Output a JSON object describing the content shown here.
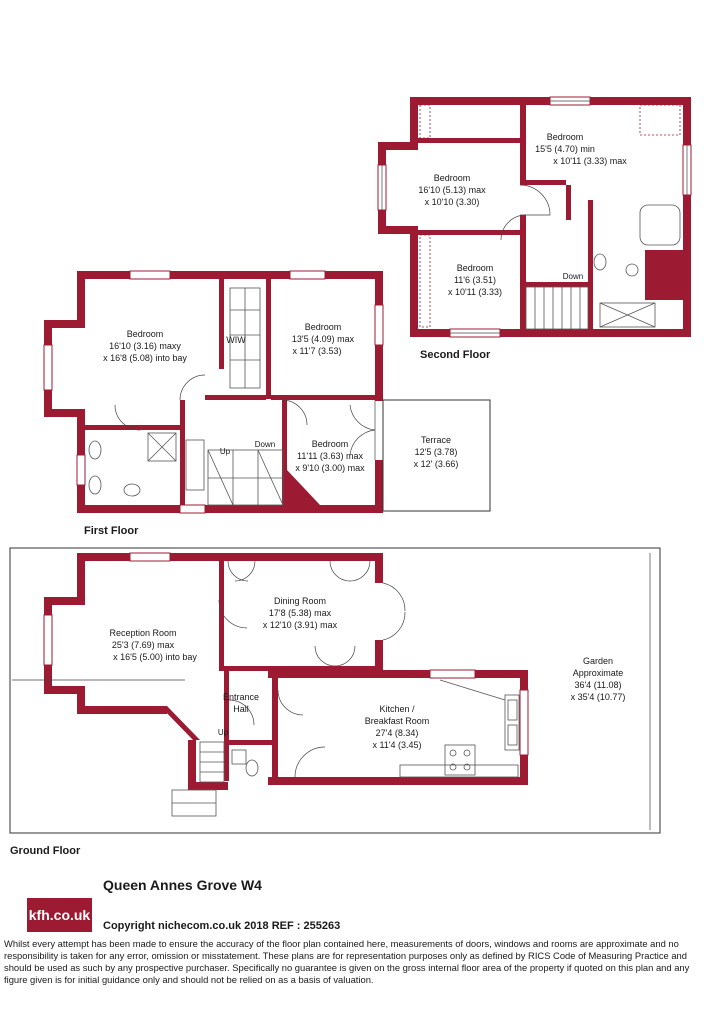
{
  "colors": {
    "wall": "#9c1b33",
    "text": "#1a1a1a",
    "background": "#ffffff",
    "logo_bg": "#9c1b33"
  },
  "floors": {
    "second": {
      "label": "Second Floor",
      "rooms": {
        "bed1": {
          "name": "Bedroom",
          "dim1": "15'5 (4.70) min",
          "dim2": "x 10'11 (3.33) max"
        },
        "bed2": {
          "name": "Bedroom",
          "dim1": "16'10 (5.13) max",
          "dim2": "x 10'10 (3.30)"
        },
        "bed3": {
          "name": "Bedroom",
          "dim1": "11'6 (3.51)",
          "dim2": "x 10'11 (3.33)"
        }
      },
      "stairs_down": "Down"
    },
    "first": {
      "label": "First Floor",
      "rooms": {
        "bed1": {
          "name": "Bedroom",
          "dim1": "16'10 (3.16) maxy",
          "dim2": "x 16'8 (5.08) into bay"
        },
        "wiw": {
          "name": "WIW"
        },
        "bed2": {
          "name": "Bedroom",
          "dim1": "13'5 (4.09) max",
          "dim2": "x 11'7 (3.53)"
        },
        "bed3": {
          "name": "Bedroom",
          "dim1": "11'11 (3.63) max",
          "dim2": "x 9'10 (3.00) max"
        },
        "terrace": {
          "name": "Terrace",
          "dim1": "12'5 (3.78)",
          "dim2": "x 12' (3.66)"
        }
      },
      "stairs_up": "Up",
      "stairs_down": "Down"
    },
    "ground": {
      "label": "Ground Floor",
      "rooms": {
        "reception": {
          "name": "Reception Room",
          "dim1": "25'3 (7.69) max",
          "dim2": "x 16'5 (5.00) into bay"
        },
        "dining": {
          "name": "Dining Room",
          "dim1": "17'8 (5.38) max",
          "dim2": "x 12'10 (3.91) max"
        },
        "hall": {
          "name": "Entrance",
          "name2": "Hall"
        },
        "kitchen": {
          "name": "Kitchen /",
          "name2": "Breakfast Room",
          "dim1": "27'4 (8.34)",
          "dim2": "x 11'4 (3.45)"
        },
        "garden": {
          "name": "Garden",
          "name2": "Approximate",
          "dim1": "36'4 (11.08)",
          "dim2": "x 35'4 (10.77)"
        }
      },
      "stairs_up": "Up"
    }
  },
  "property": {
    "title": "Queen Annes Grove  W4",
    "logo_text": "kfh.co.uk",
    "copyright": "Copyright nichecom.co.uk 2018 REF : 255263",
    "disclaimer": "Whilst every attempt has been made to ensure the accuracy of the floor plan contained here, measurements of doors, windows and rooms are approximate and no responsibility is taken for any error, omission or misstatement.  These plans are for representation purposes only as defined by RICS Code of Measuring Practice and should be used as such by any prospective purchaser.  Specifically no guarantee is given on the gross internal floor area of the property if quoted on this plan and any figure given is for initial guidance only and should not be relied on as a basis of valuation."
  }
}
